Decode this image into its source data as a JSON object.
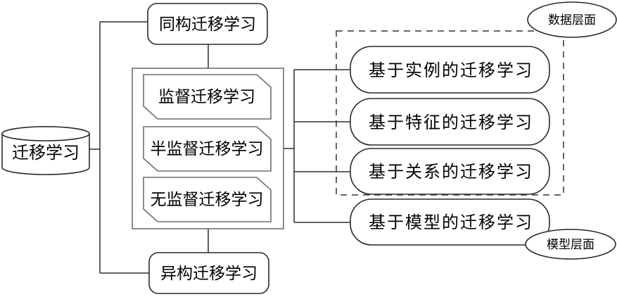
{
  "diagram": {
    "nodes": {
      "root": "迁移学习",
      "homogeneous": "同构迁移学习",
      "supervised": "监督迁移学习",
      "semi_supervised": "半监督迁移学习",
      "unsupervised": "无监督迁移学习",
      "heterogeneous": "异构迁移学习",
      "instance_based": "基于实例的迁移学习",
      "feature_based": "基于特征的迁移学习",
      "relation_based": "基于关系的迁移学习",
      "model_based": "基于模型的迁移学习",
      "data_level": "数据层面",
      "model_level": "模型层面"
    },
    "colors": {
      "stroke_dark": "#2a2a2a",
      "stroke_gray": "#6e6e6e",
      "text": "#000000",
      "background": "#ffffff"
    }
  }
}
